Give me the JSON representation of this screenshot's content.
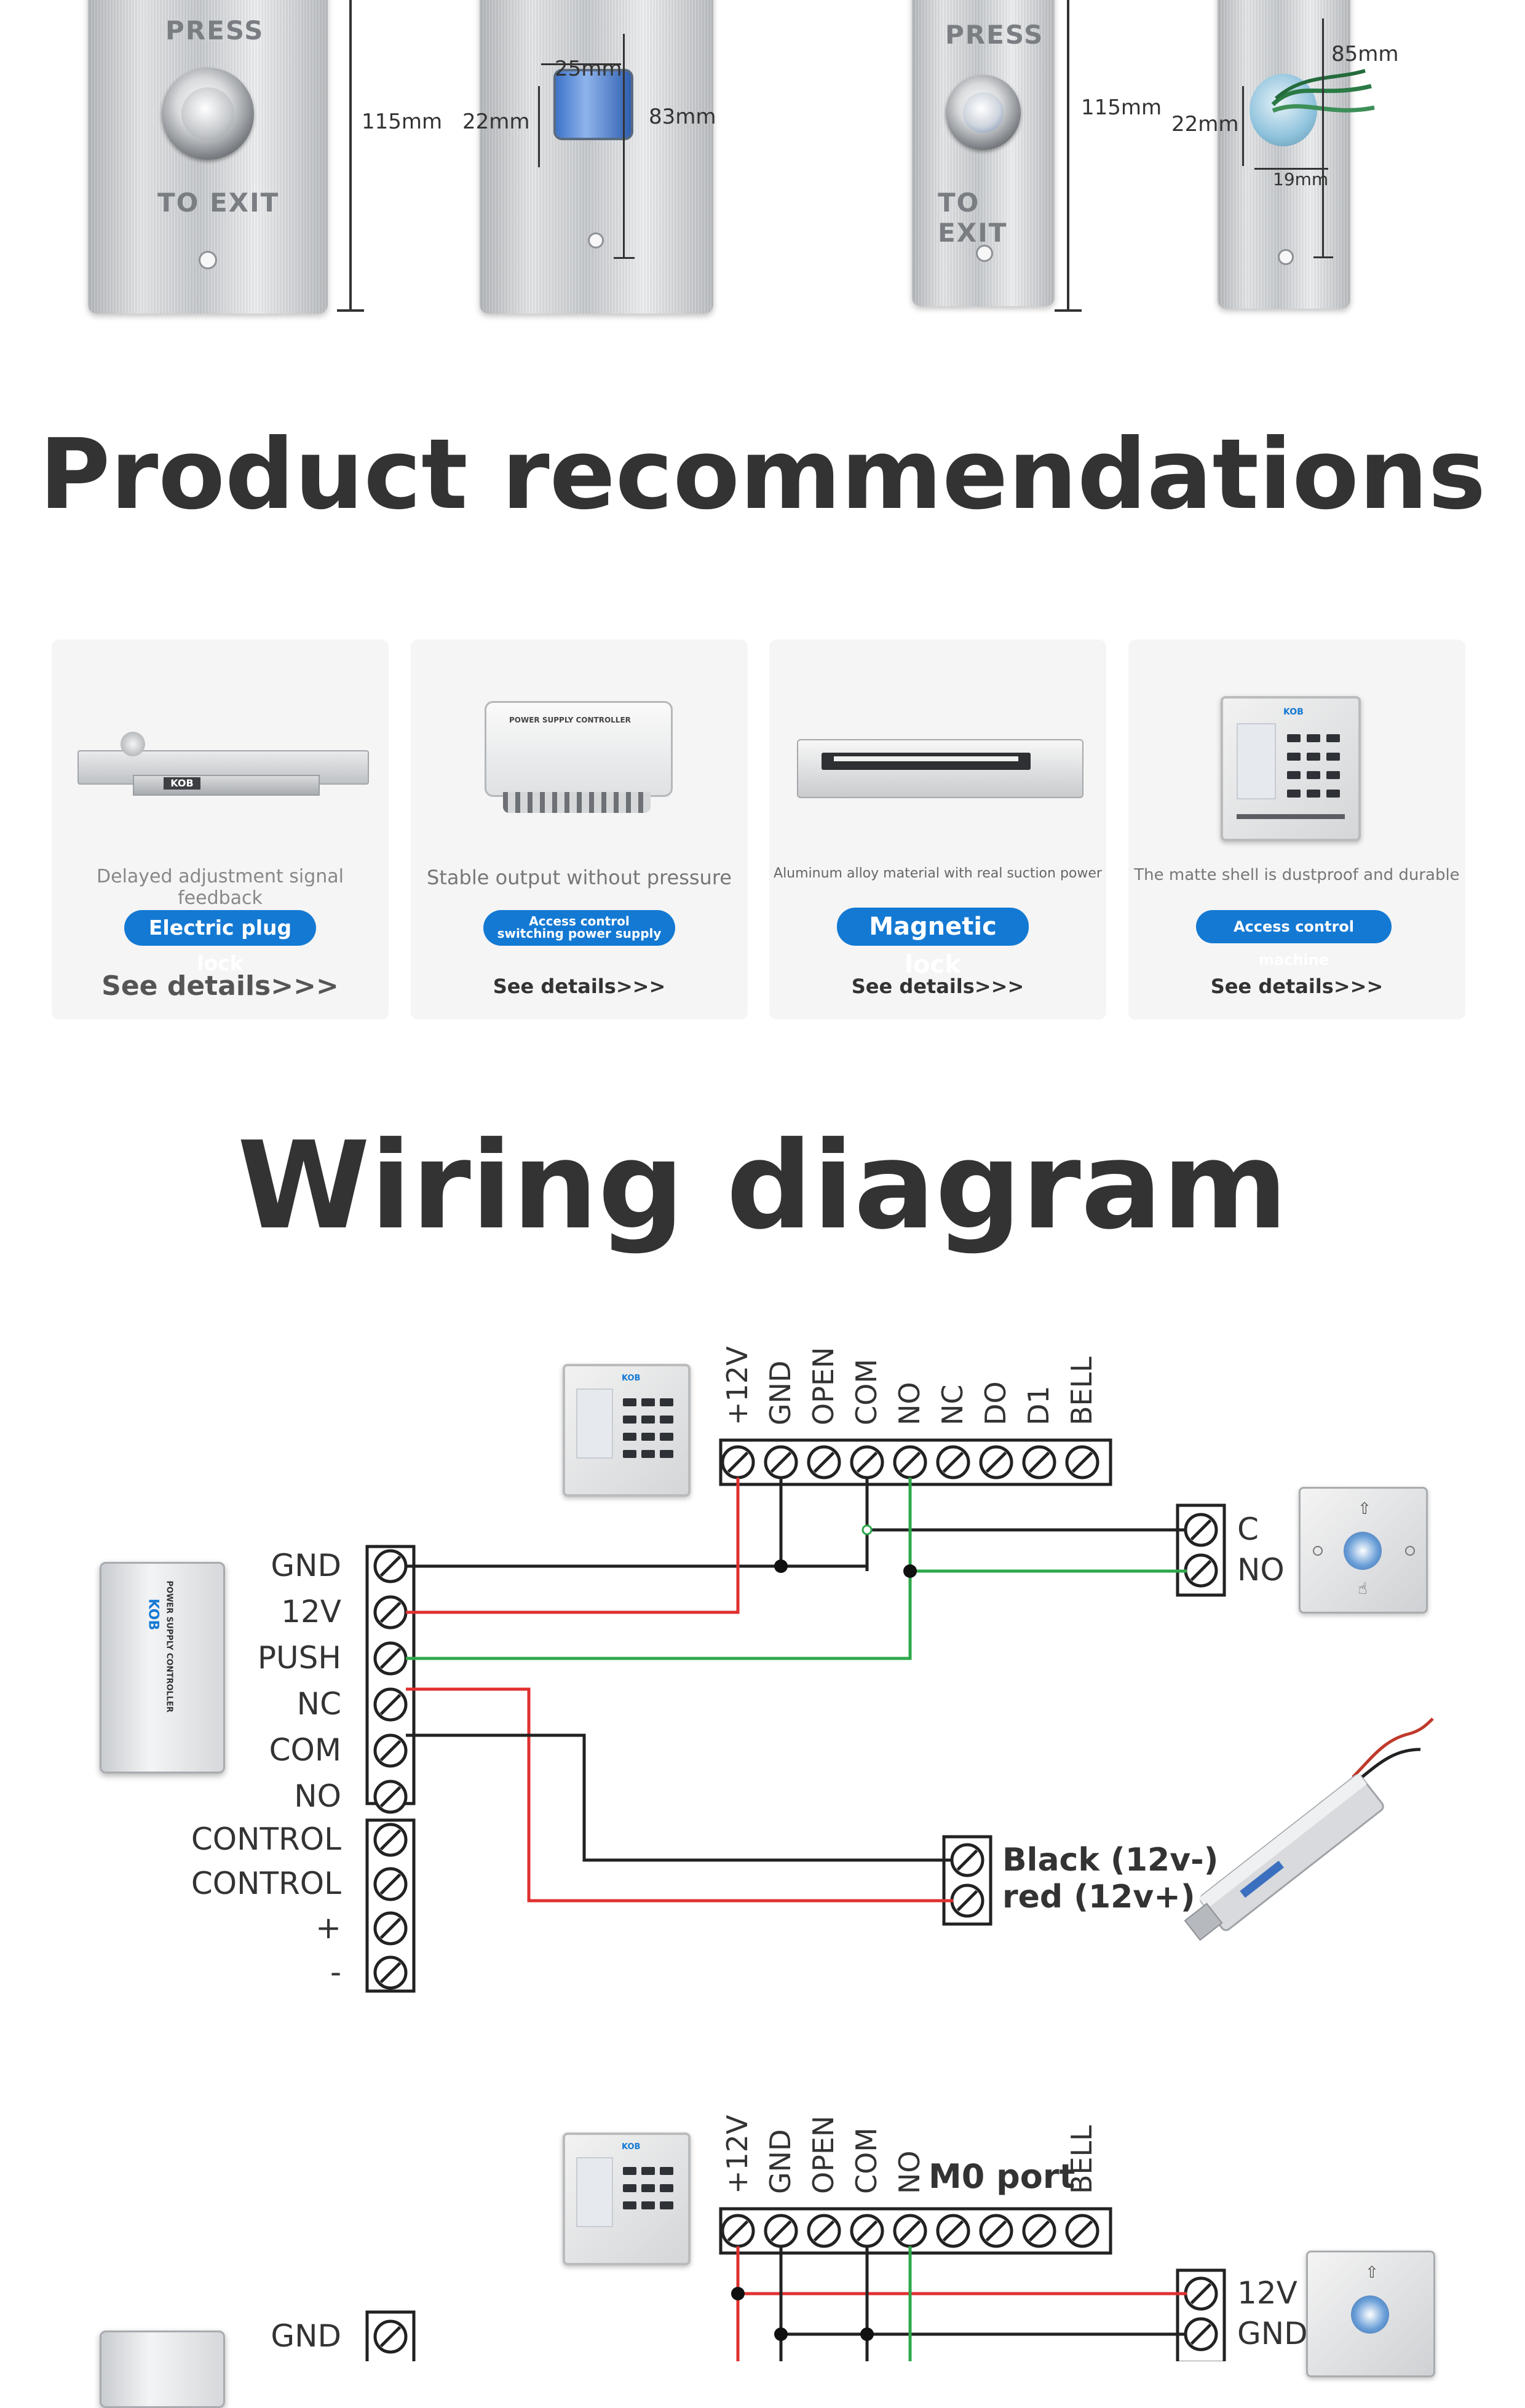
{
  "top_photos": {
    "press_label": "PRESS",
    "exit_label": "TO EXIT",
    "left_height": "115mm",
    "left_width": "22mm",
    "left_button_dia": "25mm",
    "left_side_height": "83mm",
    "right_height": "115mm",
    "right_width": "22mm",
    "right_side_height": "85mm",
    "right_button_dia": "19mm"
  },
  "recommend_title": "Product recommendations",
  "cards": [
    {
      "desc": "Delayed adjustment signal feedback",
      "pill": "Electric plug lock",
      "link": "See details>>>"
    },
    {
      "desc": "Stable output without pressure",
      "pill_line1": "Access control",
      "pill_line2": "switching power supply",
      "link": "See details>>>"
    },
    {
      "desc": "Aluminum alloy material with real suction power",
      "pill": "Magnetic lock",
      "link": "See details>>>"
    },
    {
      "desc": "The matte shell is dustproof and durable",
      "pill": "Access control machine",
      "link": "See details>>>"
    }
  ],
  "wiring_title": "Wiring diagram",
  "brand": "KOB",
  "psu_label": "POWER SUPPLY CONTROLLER",
  "diagram1": {
    "controller_terminals": [
      "+12V",
      "GND",
      "OPEN",
      "COM",
      "NO",
      "NC",
      "DO",
      "D1",
      "BELL"
    ],
    "psu_terminals": [
      "GND",
      "12V",
      "PUSH",
      "NC",
      "COM",
      "NO"
    ],
    "psu_terminals_lower": [
      "CONTROL",
      "CONTROL",
      "+",
      "-"
    ],
    "button_terminals": [
      "C",
      "NO"
    ],
    "lock_labels": [
      "Black (12v-)",
      "red (12v+)"
    ]
  },
  "diagram2": {
    "controller_terminals": [
      "+12V",
      "GND",
      "OPEN",
      "COM",
      "NO",
      "BELL"
    ],
    "port_label": "M0 port",
    "button_terminals": [
      "12V",
      "GND"
    ],
    "psu_terminal_first": "GND"
  },
  "colors": {
    "wire_red": "#e03030",
    "wire_green": "#2ea84a",
    "wire_black": "#222222",
    "pill_blue": "#1479d3"
  }
}
